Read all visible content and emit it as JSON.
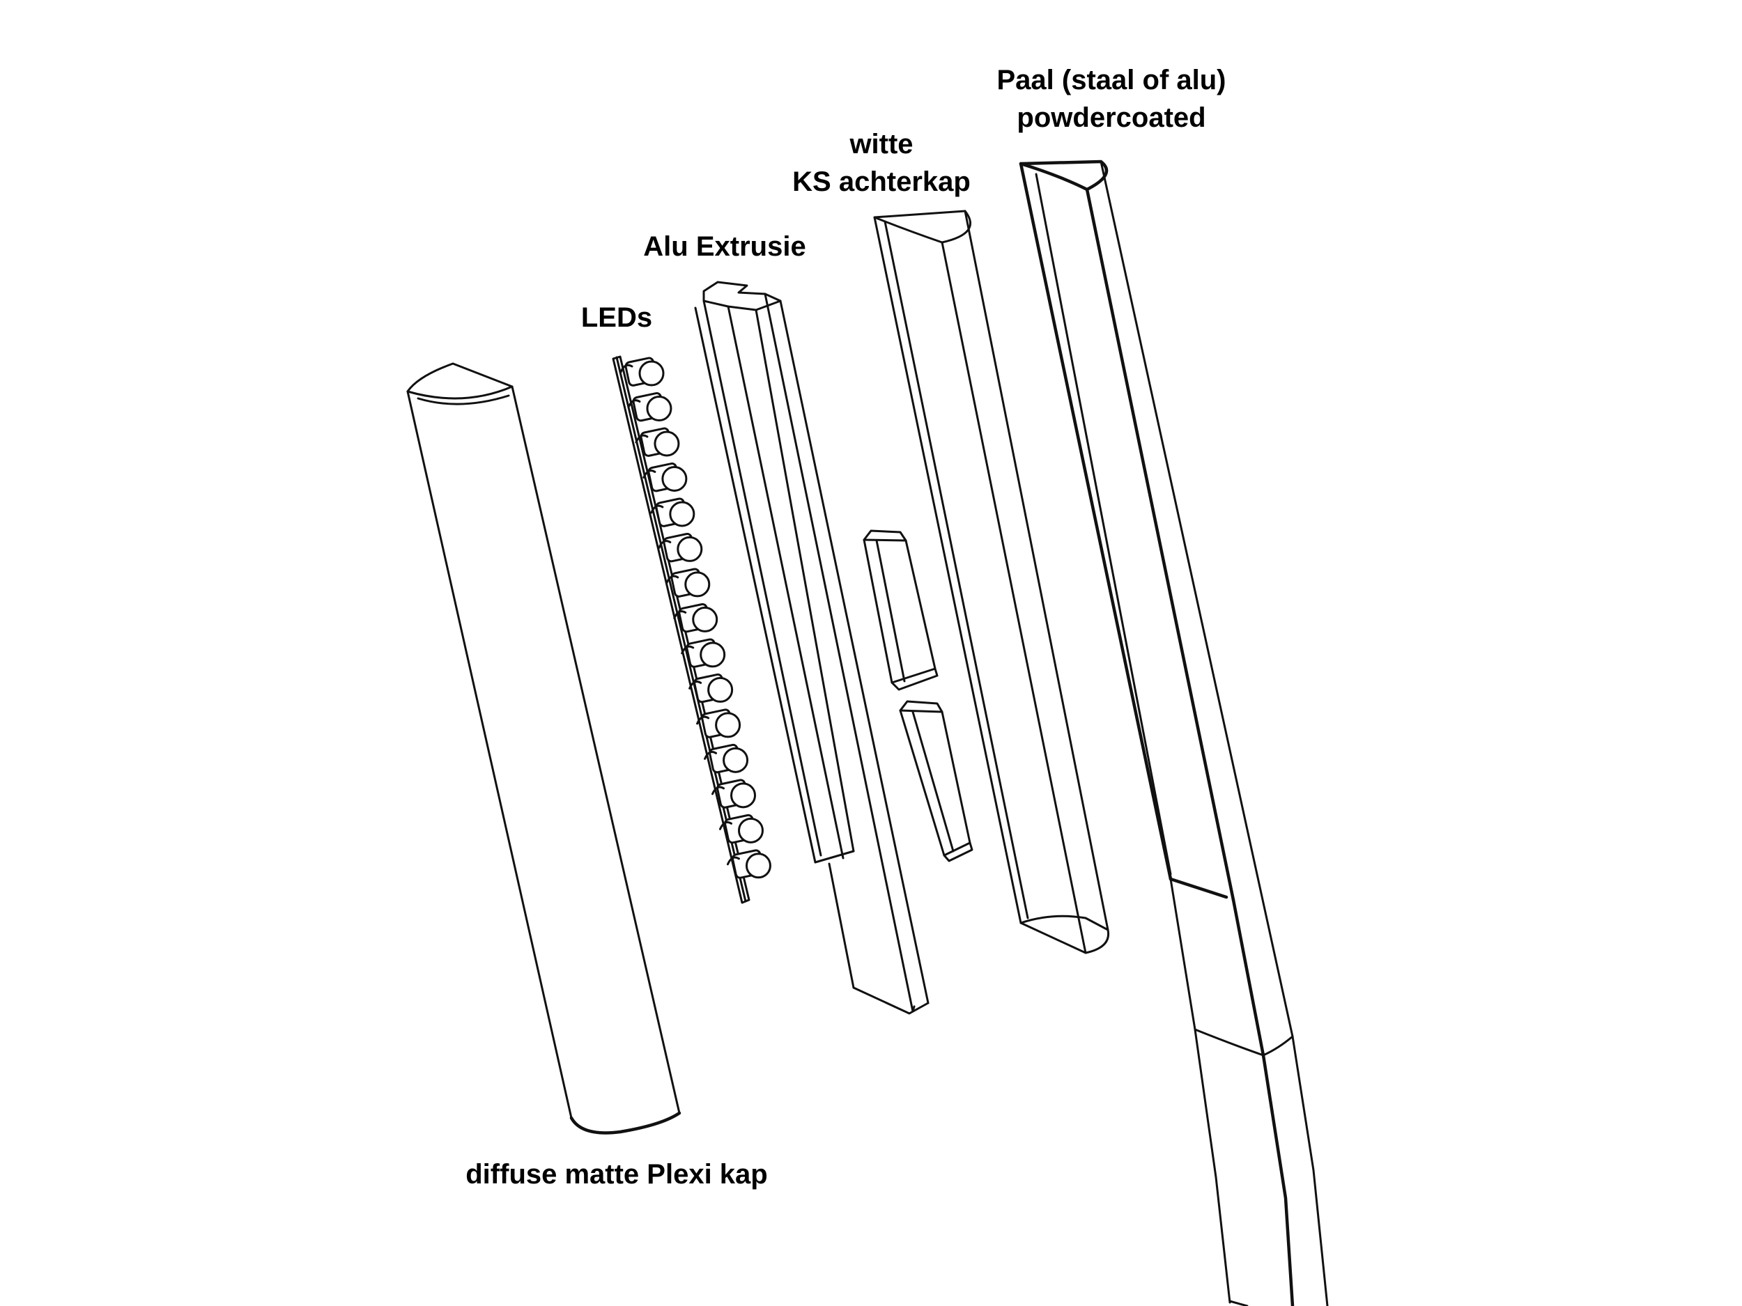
{
  "labels": {
    "pole_line1": "Paal (staal of alu)",
    "pole_line2": "powdercoated",
    "back_cover_line1": "witte",
    "back_cover_line2": "KS achterkap",
    "alu_extrusion": "Alu Extrusie",
    "leds": "LEDs",
    "diffuser": "diffuse matte Plexi kap"
  },
  "colors": {
    "line": "#111111",
    "background": "#ffffff"
  },
  "led_count": 15
}
